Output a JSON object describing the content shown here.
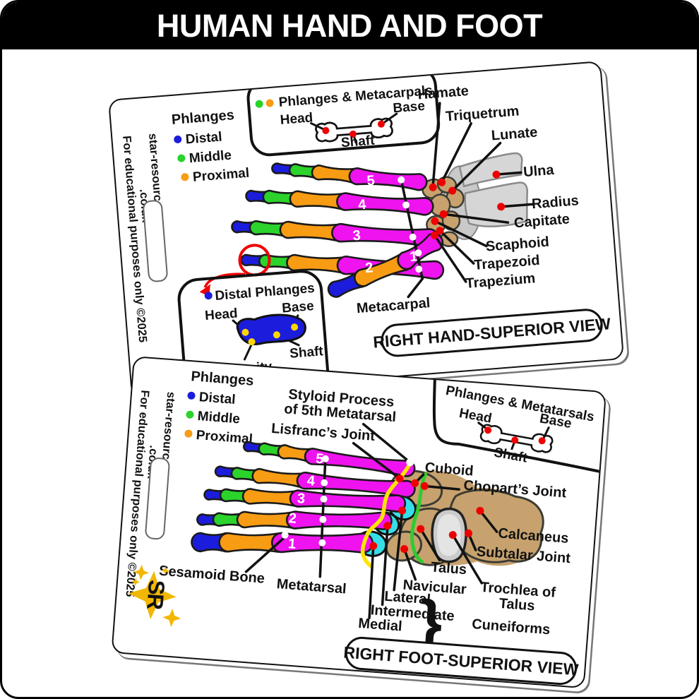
{
  "header": {
    "title": "HUMAN HAND AND FOOT"
  },
  "colors": {
    "distal_blue": "#1c1cdd",
    "middle_green": "#2bd32b",
    "proximal_orange": "#f89c14",
    "ray_magenta": "#ef13ef",
    "carpal_tan": "#c7a26e",
    "forearm_gray": "#d6d6d6",
    "cuneiform_cyan": "#35dfe8",
    "marker_red": "#ee0000",
    "marker_yellow": "#ffd700",
    "lisfranc_yellow": "#ffe400",
    "chopart_green": "#2ecc2e",
    "star_gold": "#f2b705",
    "outline_dark": "#1a1a1a"
  },
  "hand_card": {
    "site_line1": "star-resources",
    "site_line2": ".co.uk",
    "notice": "For educational purposes only ©2025",
    "legend": {
      "title": "Phlanges",
      "distal": "Distal",
      "middle": "Middle",
      "proximal": "Proximal"
    },
    "inset": {
      "title": "Phlanges & Metacarpals",
      "head": "Head",
      "base": "Base",
      "shaft": "Shaft"
    },
    "distal_inset": {
      "title": "Distal Phlanges",
      "head": "Head",
      "base": "Base",
      "shaft": "Shaft",
      "tuberosity": "Tuberosity"
    },
    "bones": {
      "hamate": "Hamate",
      "triquetrum": "Triquetrum",
      "lunate": "Lunate",
      "ulna": "Ulna",
      "radius": "Radius",
      "capitate": "Capitate",
      "scaphoid": "Scaphoid",
      "trapezoid": "Trapezoid",
      "trapezium": "Trapezium",
      "metacarpal": "Metacarpal"
    },
    "digits": {
      "d5": "5",
      "d4": "4",
      "d3": "3",
      "d2": "2",
      "d1": "1"
    },
    "banner": "RIGHT HAND-SUPERIOR VIEW"
  },
  "foot_card": {
    "site_line1": "star-resources",
    "site_line2": ".co.uk",
    "notice": "For educational purposes only ©2025",
    "legend": {
      "title": "Phlanges",
      "distal": "Distal",
      "middle": "Middle",
      "proximal": "Proximal"
    },
    "inset": {
      "title": "Phlanges & Metatarsals",
      "head": "Head",
      "base": "Base",
      "shaft": "Shaft"
    },
    "labels": {
      "styloid1": "Styloid Process",
      "styloid2": "of 5th Metatarsal",
      "lisfranc": "Lisfranc’s Joint",
      "cuboid": "Cuboid",
      "chopart": "Chopart’s Joint",
      "calcaneus": "Calcaneus",
      "subtalar": "Subtalar Joint",
      "talus": "Talus",
      "navicular": "Navicular",
      "trochlea1": "Trochlea of",
      "trochlea2": "Talus",
      "sesamoid": "Sesamoid Bone",
      "metatarsal": "Metatarsal",
      "lateral": "Lateral",
      "intermediate": "Intermediate",
      "medial": "Medial",
      "cuneiforms": "Cuneiforms"
    },
    "digits": {
      "d5": "5",
      "d4": "4",
      "d3": "3",
      "d2": "2",
      "d1": "1"
    },
    "logo": "SR",
    "banner": "RIGHT FOOT-SUPERIOR VIEW"
  }
}
